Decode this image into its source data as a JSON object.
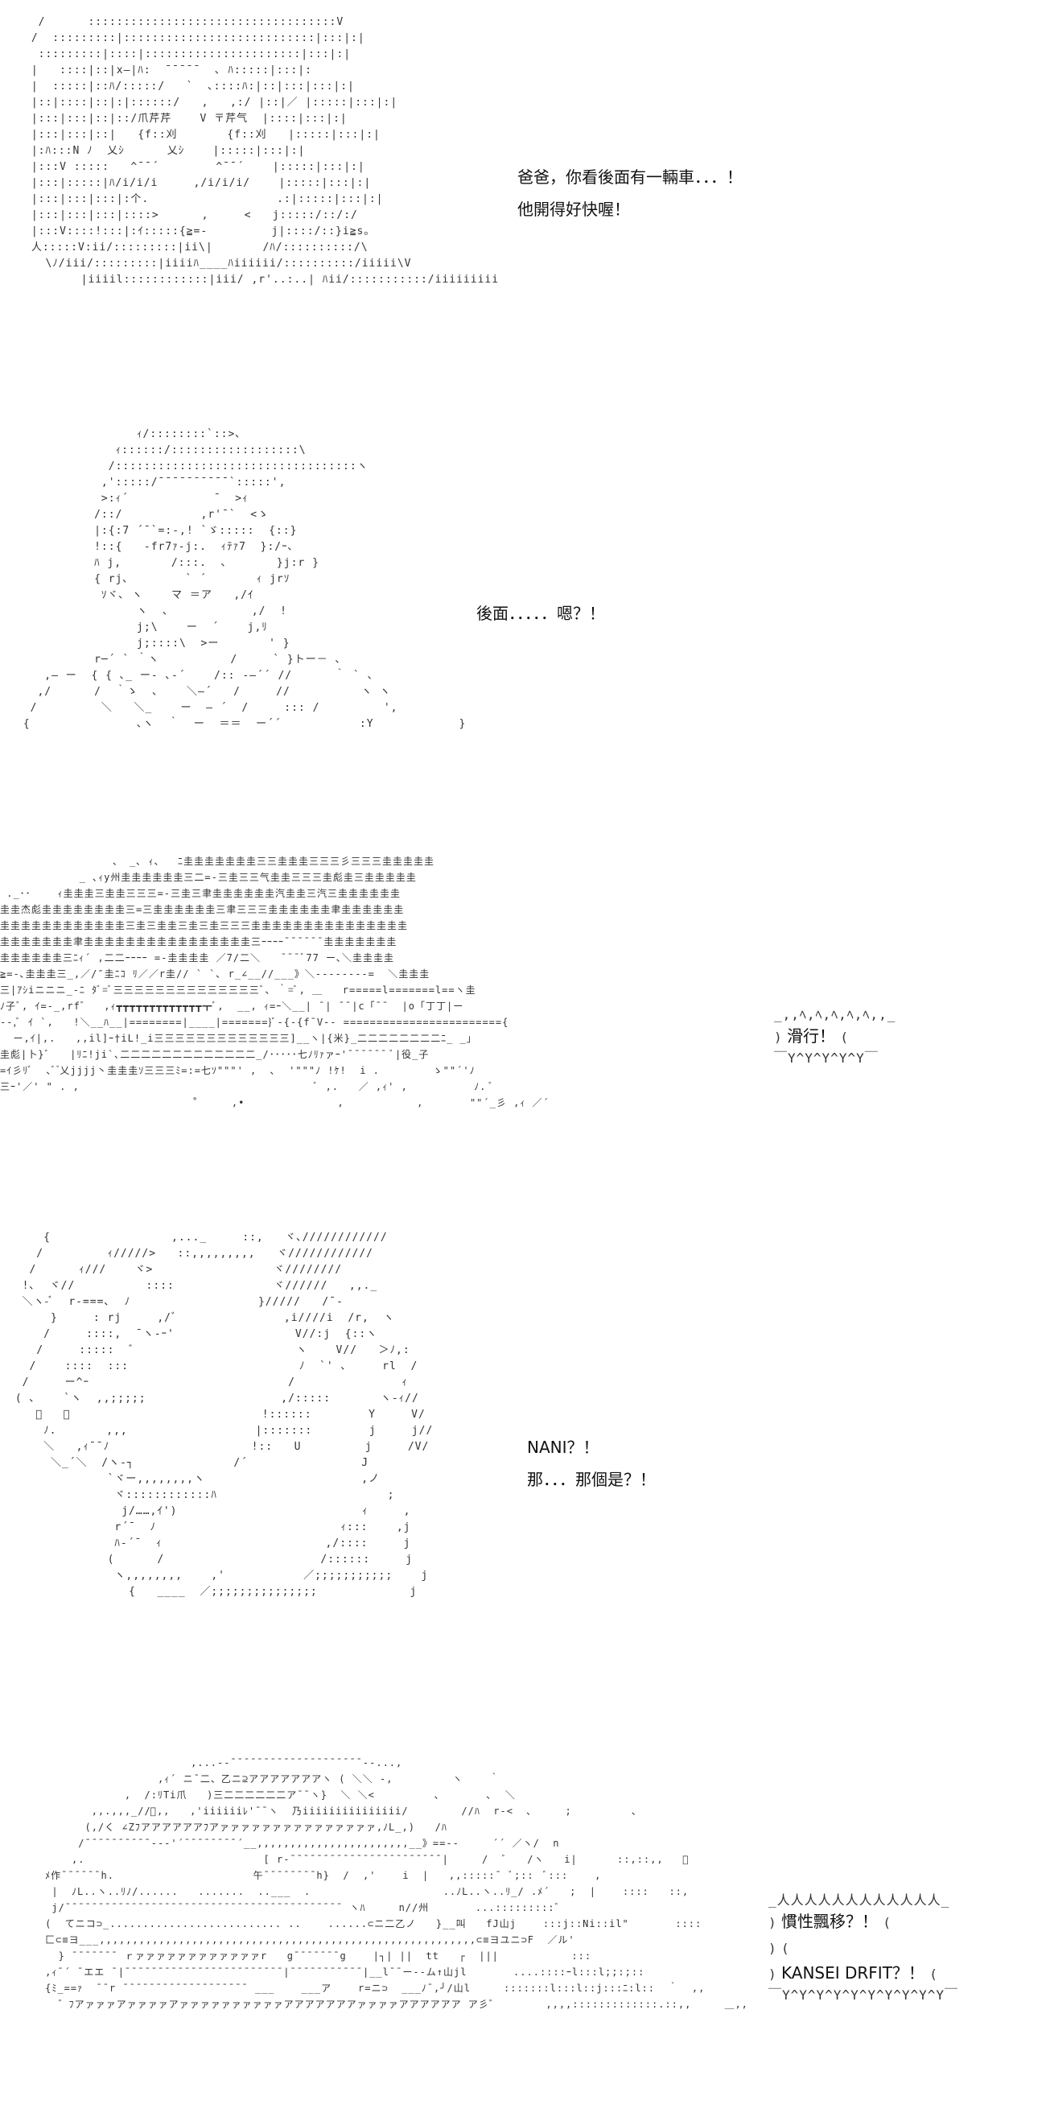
{
  "panels": [
    {
      "id": "panel-1",
      "art": [
        "  /      :::::::::::::::::::::::::::::::::::V",
        " /  :::::::::|:::::::::::::::::::::::::::|:::|:|",
        "  :::::::::|::::|::::::::::::::::::::::|:::|:|",
        " |   ::::|::|x—|ﾊ:  ¯¯¯¯¯  ､ ﾊ:::::|:::|:",
        " |  :::::|::ﾊ/:::::/   `  ､::::ﾊ:|::|:::|:::|:|",
        " |::|::::|::|:|::::::/   ,   ,:/ |::|／ |:::::|:::|:|",
        " |:::|:::|::|::/爪芹芹    V 〒芹气  |::::|:::|:|",
        " |:::|:::|::|   {f::刈       {f::刈   |:::::|:::|:|",
        " |:ﾊ:::N ﾉ  乂ｼ      乂ｼ    |:::::|:::|:|",
        " |:::V :::::   ^¯¯´        ^¯¯´    |:::::|:::|:|",
        " |:::|:::::|ﾊ/i/i/i     ,/i/i/i/    |:::::|:::|:|",
        " |:::|:::|:::|:个.                  .:|:::::|:::|:|",
        " |:::|:::|:::|::::>      ,     <   j:::::/::/:/",
        " |:::V::::!:::|:ｲ:::::{≧=-         j|::::/::}i≧s｡",
        " 人:::::V:ii/:::::::::|ii\\|       /ﾊ/::::::::::/\\",
        "   \\ﾉ/iii/:::::::::|iiiiﾊ____ﾊiiiiii/::::::::::/iiiii\\V",
        "        |iiiil::::::::::::|iii/ ,r'..:..| ﾊii/:::::::::::/iiiiiiiii|"
      ],
      "dialogue": [
        "爸爸，你看後面有一輛車．．．！",
        "他開得好快喔！"
      ]
    },
    {
      "id": "panel-2",
      "art": [
        "                 ｨ/::::::::`::>､",
        "              ｨ::::::/::::::::::::::::::\\",
        "             /::::::::::::::::::::::::::::::::::ヽ",
        "            ,':::::/¯¯¯¯¯¯¯¯¯¯`:::::',",
        "            >:ｨ´            ¯  >ｨ",
        "           /::/           ,r'¯`  <ゝ",
        "           |:{:7 ´¯`=:-,! `ゞ:::::  {::}",
        "           !::{   -fr7ｧ-j:.  ｨﾃｧ7  }:/ｰ､",
        "           ﾊ j,       /:::.  ､       }j:r }",
        "           { rj､        ` ´       ｨ jrｿ",
        "            ｿヾ､ ヽ    マ ＝ア   ,/ｲ",
        "                 ヽ  、           ,/  !",
        "                 j;\\    ー  ´    j,ﾘ",
        "                 j;::::\\  >ー       ' }",
        "           r─´ ` ｀ヽ          /     ` }トー－ ､",
        "    ,— ー  { { ､_ ー- ､‐´    /:: ‐—´´ //      ｀ ` 、",
        "   ,/      /  ｀ゝ  ､    ＼―´   /     //          ヽ ヽ",
        "  /         ＼   ＼_    ー  ― ´  /     ::: /         ',",
        " {               ､ヽ  ｀  ー  ＝＝  ー´´           :Y            }"
      ],
      "dialogue": [
        "後面．．．．．嗯？！"
      ]
    },
    {
      "id": "panel-3",
      "art": [
        "                 、 _､ ｨ、  ﾆ圭圭圭圭圭圭圭三三圭圭圭三三三彡三三三圭圭圭圭圭",
        "            _ ､ｨy州圭圭圭圭圭圭三二=-三圭三三气圭圭三三三圭彪圭三圭圭圭圭圭",
        " ._･･    ｨ圭圭圭三圭圭三三三=-三圭三聿圭圭圭圭圭圭汽圭圭三汽三圭圭圭圭圭圭",
        "圭圭杰彪圭圭圭圭圭圭圭圭三=三圭圭圭圭圭圭三聿三三三圭圭圭圭圭圭聿圭圭圭圭圭圭",
        "圭圭圭圭圭圭圭圭圭圭圭圭三圭三圭圭三圭三圭三三三圭圭圭圭圭圭圭圭圭圭圭圭圭圭圭",
        "圭圭圭圭圭圭圭聿圭圭圭圭圭圭圭圭圭圭圭圭圭圭圭圭三ｰｰｰｰ¯¯¯¯¯¯圭圭圭圭圭圭圭",
        "圭圭圭圭圭圭三ﾆｨ´ ,二二ｰｰｰｰ =-圭圭圭圭 ／7/二＼   ¯¯¯ﾞ77 ー､＼圭圭圭圭",
        "≧=-､圭圭圭三_,／/″圭ﾆｺ ﾘ／／r圭// ` `､ r_∠__//___》＼--------=  ＼圭圭圭",
        "三|ｱｼiニニニ_-ﾆ ﾀﾞ=ﾞ三三三三三三三三三三三三三三ﾞ､ ｀=ﾞ, ＿   r=====l=======l==ヽ圭",
        "ﾉ子ﾞ, ｲ=-_,rf゛  ,ｨ┳┳┳┳┳┳┳┳┳┳┳┳┳┳ﾞ,  __, ｨ=ｰ＼__| ¯| ¯¯|c「¯¯  |o「丁丁|ー",
        "--,ﾞ ｲ `,   !＼__ﾊ__|========|____|=======}ﾞ-{-{f¯V-- ========================{",
        "  ー,ｲ|,.   ,,il]ｰ†iL!_i三三三三三三三三三三三三三]__ヽ|{米}_二二二二二二二二ﾆ_ _｣",
        "圭彪|卜}ﾞ   |ﾘﾆ!ji`､二二二二二二二二二二二二二_/･････七ﾉﾘｧァｰ'¯¯¯¯¯¯ ﾞ|役_子",
        "=ｲ彡ﾘﾞ  ､ﾞ ゙乂jjjj丶圭圭圭ｿ三三三ﾐ=:=七ｿ\"\"\"' ,  ､  '\"\"\"ﾉ !ｹ!  i .        ゝ\"\"´'ﾉ",
        "三ｰ'／' \" . ,                                    ﾞ ,.   ／ ,ｨ' ,          ﾉ. ﾞ",
        "                             ˚     ,•              ,           ,       \"\"´_彡 ,ｨ ／´"
      ],
      "bubble": {
        "top": "_,,ﾍ,ﾍ,ﾍ,ﾍ,ﾍ,,_",
        "left": ")",
        "text": "滑行！",
        "right": "(",
        "bottom": "￣Y^Y^Y^Y^Y￣"
      }
    },
    {
      "id": "panel-4",
      "art": [
        "     {                 ,..._     ::,   ヾ､////////////",
        "    /         ｨ/////>   ::,,,,,,,,,   ヾ////////////",
        "   /      ｨ///    ヾ>                 ヾ////////",
        "  !､  ヾ//          ::::              ヾ//////   ,,._",
        "  ＼ヽ-ﾞ  r-===､  ﾉ                  }/////   /¯-",
        "      }     : rj     ,/ﾞ               ,i////i  /r,  ヽ",
        "     /     ::::,  ¯ヽ-ｰ'                 V//:j  {::ヽ",
        "    /     :::::  ゛                      ヽ    V//   ＞ﾉ,:",
        "   /    ::::  :::                        ﾉ  `' ､     rl  /",
        "  /     ー^ｰ                            /               ｨ",
        " ( ､    `ヽ  ,,;;;;;                   ,/:::::       ヽ-ｨ//",
        "    ﾞ   ﾞ                           !::::::        Y     V/",
        "     ﾉ.       ,,,                  |:::::::        j     j//",
        "     ＼   ,ｨ¯¯ﾉ                    !::   U         j     /V/",
        "      ＼_´＼  /ヽ-┐              /´                J",
        "              `ヾー,,,,,,,,ヽ                      ,ノ",
        "               ヾ::::::::::::ﾊ                        ;",
        "                j/……,ｲ')                          ｨ     ,",
        "               r´¯  ﾉ                          ｨ:::    ,j",
        "               ﾊ-´¯  ｨ                       ,/::::     j",
        "              (      /                      /::::::     j",
        "               ヽ,,,,,,,,    ,'           ／;;;;;;;;;;;    j",
        "                 {   ____  ／;;;;;;;;;;;;;;;             j"
      ],
      "dialogue": [
        "NANI？！",
        "那．．．那個是？！"
      ]
    },
    {
      "id": "panel-5",
      "art": [
        "                           ,...--¯¯¯¯¯¯¯¯¯¯¯¯¯¯¯¯¯¯¯¯--...,",
        "                      ,ｨ´ ニ¯二、乙ニ⊇アアアアアアアヽ ( ＼＼ ‐,         ヽ    ｀",
        "                 ,  /:ﾘTi爪   )三二二二二二二ア¯¯ヽ}  ＼ ＼<         ､       ､  ＼",
        "            ,,.,,,_//ﾞ,,   ,'iiiiiiﾚ'¯¯ヽ  乃iiiiiiiiiiiiiii/        //ﾊ  r‐<  ､     ;         、",
        "           (,/く ∠Zﾌアアアアアアﾌアァァァァァァァァァァァァァァァ,ﾉL_,)   /ﾊ",
        "          /¯¯¯¯¯¯¯¯¯¯--‐'´¯¯¯¯¯¯¯¯´__,,,,,,,,,,,,,,,,,,,,,,,__》==--     ´´ ／ヽ/  n",
        "         ,.                           [ r‐¯¯¯¯¯¯¯¯¯¯¯¯¯¯¯¯¯¯¯¯¯¯¯|     /  ﾞ   /ヽ   i|      ::,::,,   ゙",
        "     ﾒ作¯¯¯¯¯¯h.                     午¯¯¯¯¯¯¯¯h}  /  ,'    i  |   ,,:::::¯ ﾞ;::  ﾞ:::    ,",
        "      |  ﾉL..ヽ..ﾘﾉ/......   .......  ..___  .                    ..ﾉL..ヽ..ﾘ_/ .ﾒ´   ;  |    ::::   ::,",
        "      j/¯¯¯¯¯¯¯¯¯¯¯¯¯¯¯¯¯¯¯¯¯¯¯¯¯¯¯¯¯¯¯¯¯¯¯¯¯¯¯¯¯¯ ヽﾊ     n//州       ...:::::::::゛",
        "     (  てニコ⊃_.......................... ..    ......⊂ニ二乙ノ   }__叫   fJ山j    :::j::Ni::il\"       ::::",
        "     匚⊂≡ヨ___,,,,,,,,,,,,,,,,,,,,,,,,,,,,,,,,,,,,,,,,,,,,,,,,,,,,,,,,,⊂≡ヨユニ⊃F  ／ル'",
        "       } ¯¯¯¯¯¯¯ ｒァァァァァァァァァァァァr   g¯¯¯¯¯¯¯g    |┐| ||  tt   ┌  |||           :::",
        "     ,ｨ¯´ ¯エエ ¯|¯¯¯¯¯¯¯¯¯¯¯¯¯¯¯¯¯¯¯¯¯¯¯¯|¯¯¯¯¯¯¯¯¯¯¯|__l¯¯ー--ム↑山jl       ....::::ｰl:::l;;:;::",
        "     {ﾐ_==ｧ  ¯¯r ¯¯¯¯¯¯¯¯¯¯¯¯¯¯¯¯¯¯¯ ___    ___ア    r=ニ⊃  ___ﾉ¯,╯/山l     :::::::l:::l::j:::ﾆ:l::  ｀  ,,",
        "       ゛ﾌアァァァアァァァァアァァァァァァァァァァアアアアアアアァァァァアアアアアア ア彡゛       ,,,,:::::::::::::.::,,     ＿,,"
      ],
      "bubble": {
        "top": "_人人人人人人人人人人人人_",
        "rows": [
          {
            "left": ")",
            "text": "慣性飄移？！",
            "right": "("
          },
          {
            "left": ")",
            "text": "",
            "right": "("
          },
          {
            "left": ")",
            "text": "KANSEI  DRFIT？！",
            "right": "("
          }
        ],
        "bottom": "￣Y^Y^Y^Y^Y^Y^Y^Y^Y^Y￣"
      }
    }
  ]
}
